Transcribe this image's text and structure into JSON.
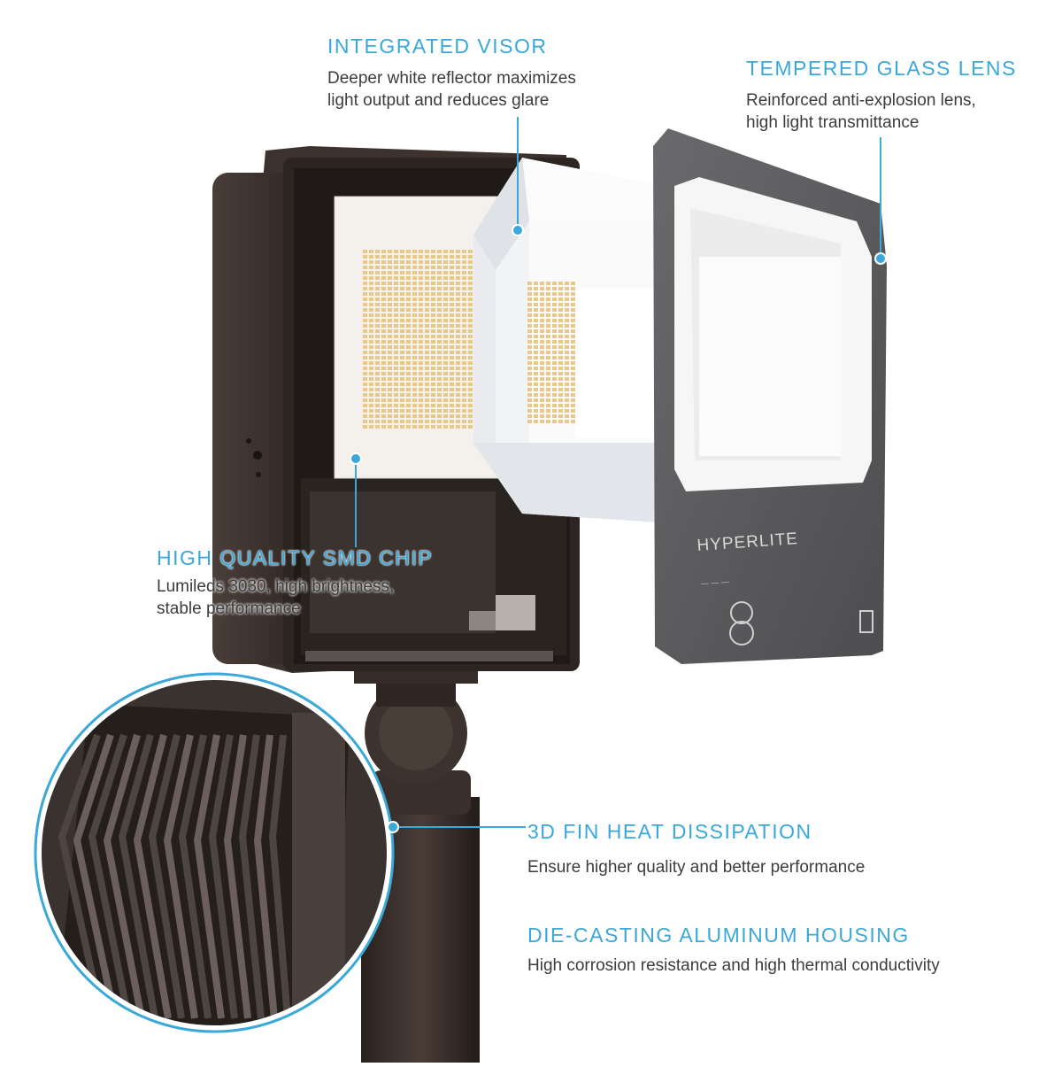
{
  "callouts": {
    "visor": {
      "title": "INTEGRATED VISOR",
      "desc_line1": "Deeper white reflector maximizes",
      "desc_line2": "light output and reduces glare"
    },
    "lens": {
      "title": "TEMPERED GLASS LENS",
      "desc_line1": "Reinforced anti-explosion lens,",
      "desc_line2": "high light transmittance"
    },
    "chip": {
      "title": "HIGH QUALITY SMD CHIP",
      "desc_line1": "Lumileds 3030, high brightness,",
      "desc_line2": "stable performance"
    },
    "fin": {
      "title": "3D FIN HEAT DISSIPATION",
      "desc_line1": "Ensure higher quality and better performance"
    },
    "housing": {
      "title": "DIE-CASTING ALUMINUM HOUSING",
      "desc_line1": "High corrosion resistance and high thermal conductivity"
    }
  },
  "lens_brand": "HYPERLITE",
  "colors": {
    "accent": "#3aa8d8",
    "housing": "#3f3430",
    "lens_frame": "#5a5a5c",
    "led": "#e8c98a"
  }
}
